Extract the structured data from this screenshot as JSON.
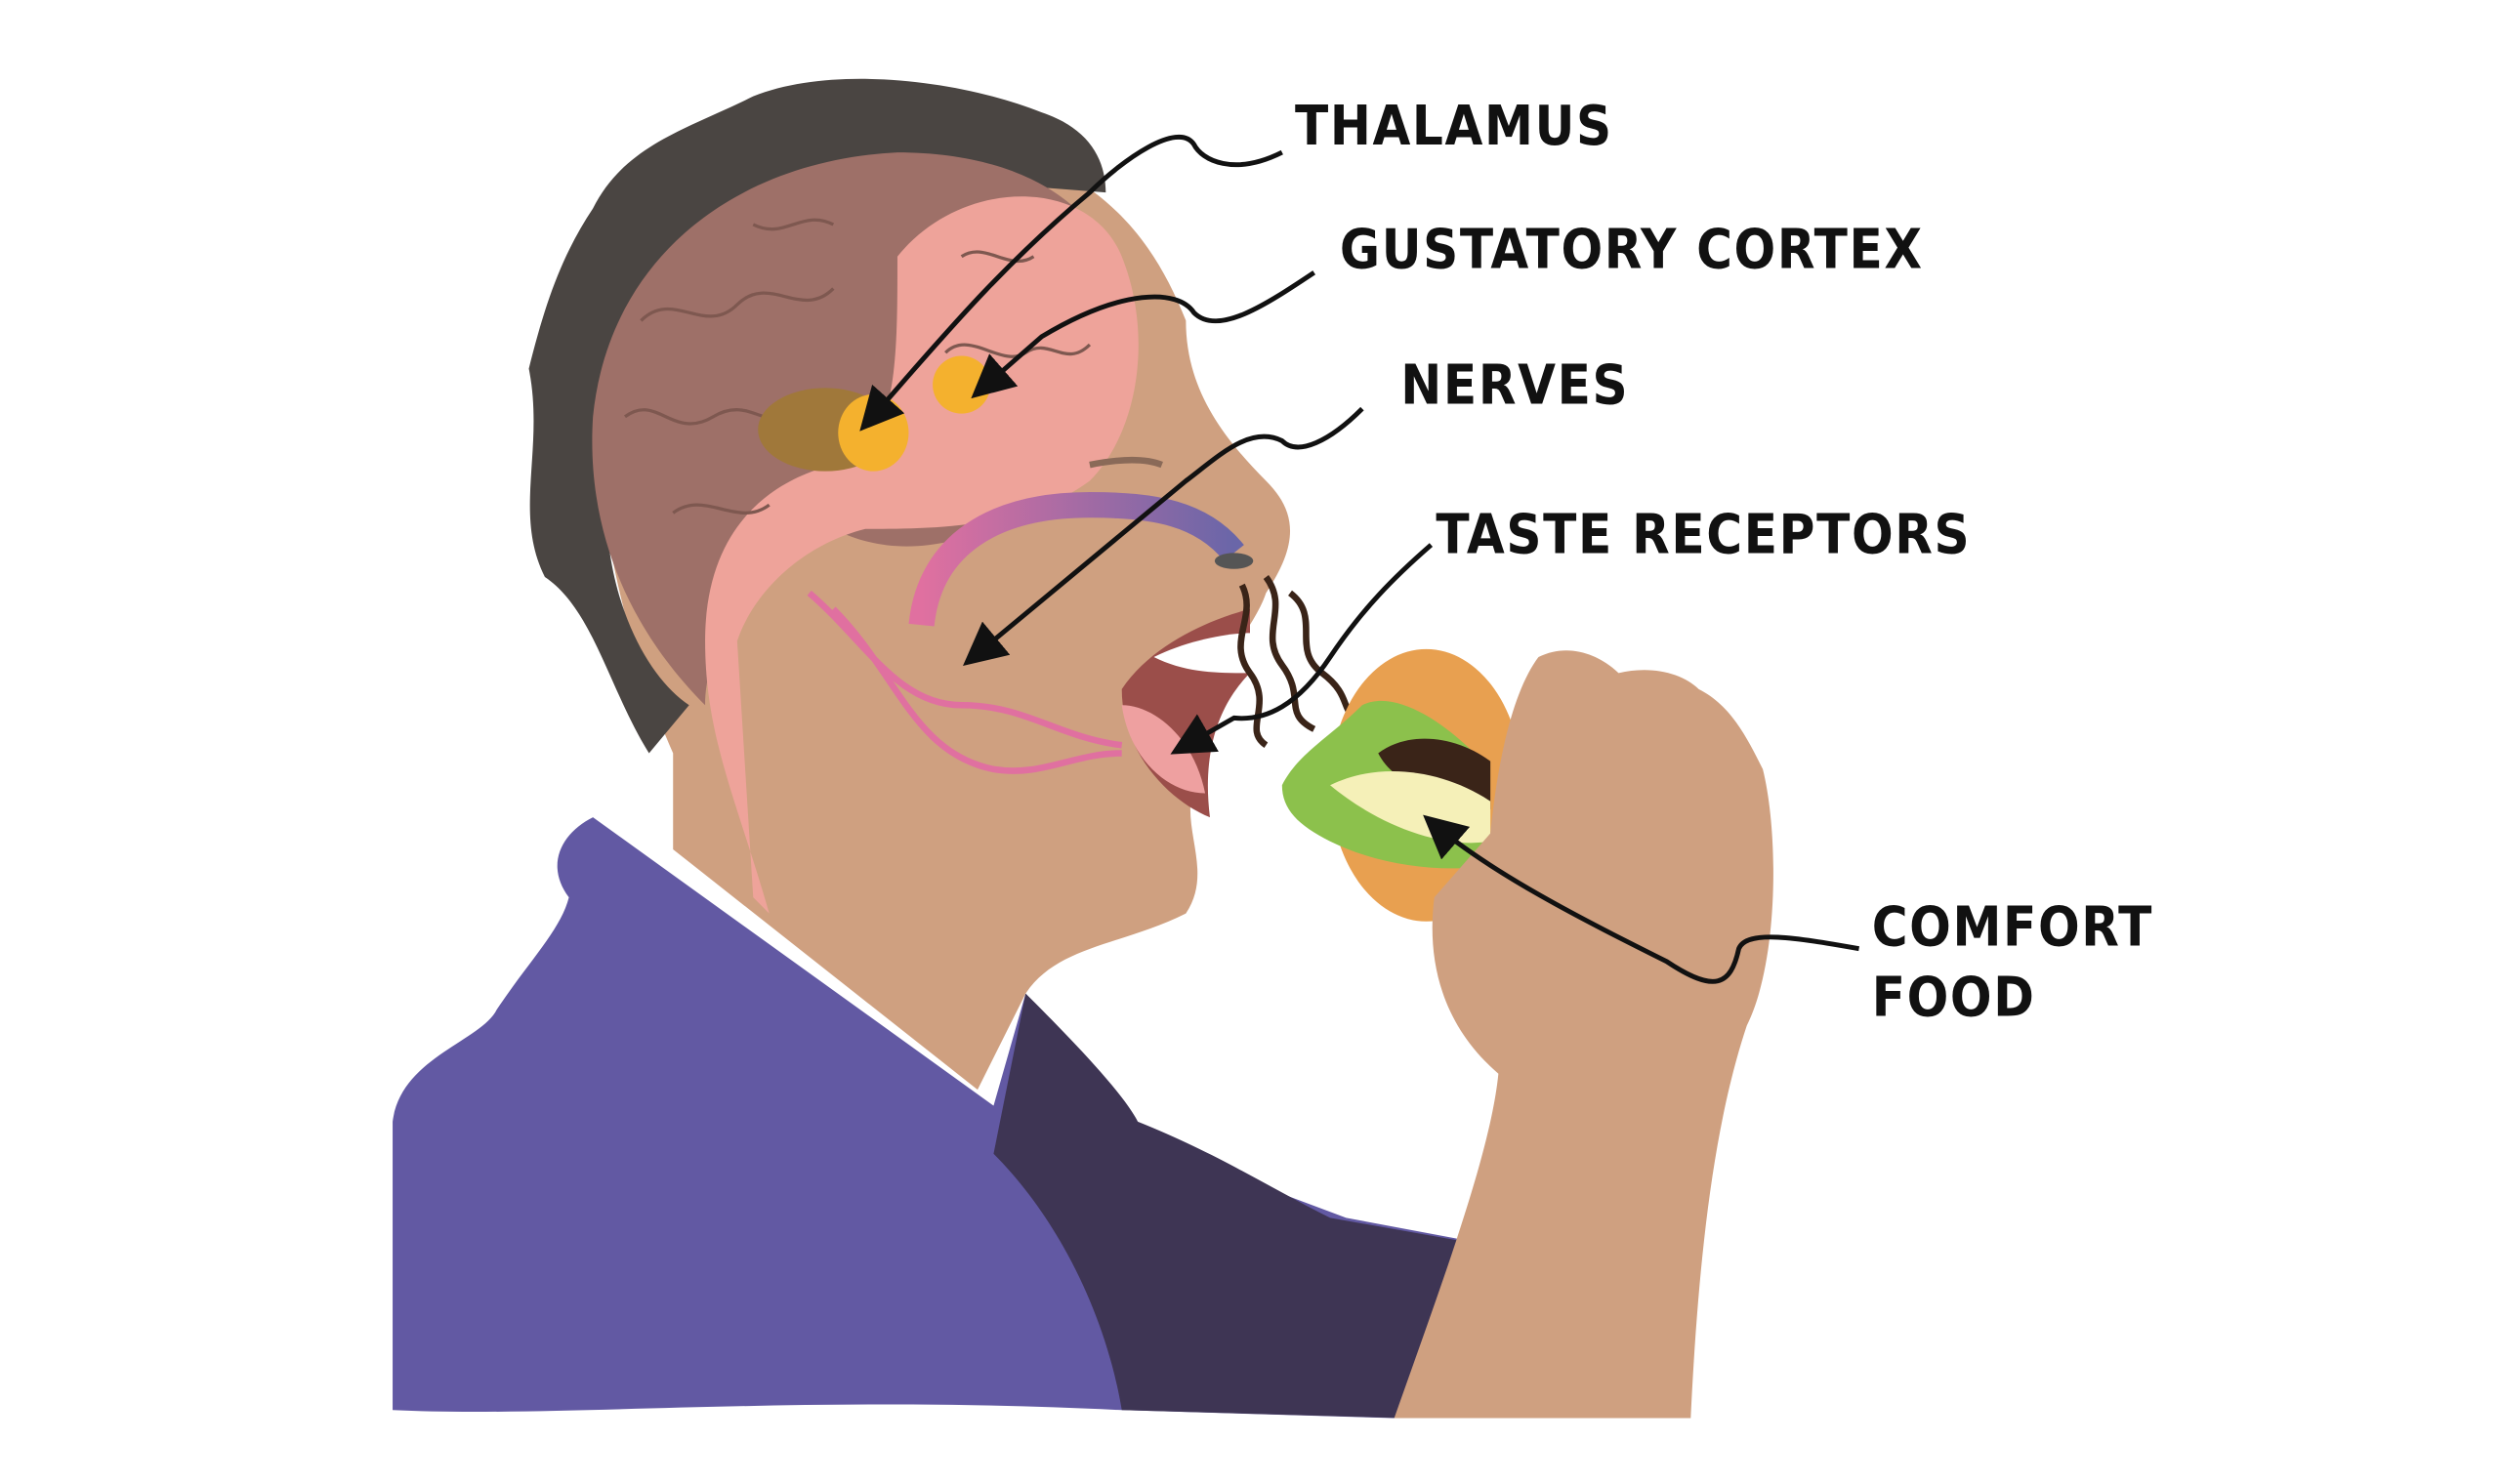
{
  "labels": {
    "thalamus": "THALAMUS",
    "gustatory_cortex": "GUSTATORY CORTEX",
    "nerves": "NERVES",
    "taste_receptors": "TASTE RECEPTORS",
    "comfort_food_line1": "COMFORT",
    "comfort_food_line2": "FOOD"
  },
  "colors": {
    "skin": "#cfa080",
    "hair": "#4a4542",
    "brain": "#eea39a",
    "brain_dark": "#9e7068",
    "shirt": "#6259a3",
    "shirt_shadow": "#3e3554",
    "thalamus": "#f4b12e",
    "nerve": "#e070a0",
    "bun": "#e8a050",
    "lettuce": "#8cc14c",
    "cheese": "#f5f0b8",
    "patty": "#3a2418"
  }
}
